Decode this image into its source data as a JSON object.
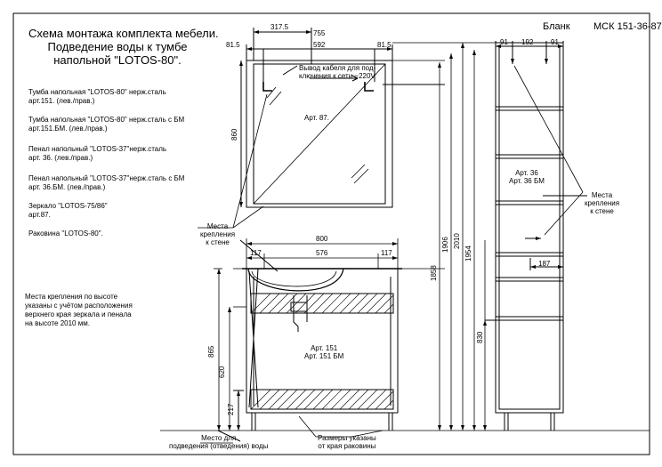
{
  "header": {
    "title_lines": [
      "Схема монтажа комплекта мебели.",
      "Подведение воды к тумбе",
      "напольной \"LOTOS-80\"."
    ],
    "blank_label": "Бланк",
    "code": "МСК 151-36-87"
  },
  "items": [
    [
      "Тумба напольная \"LOTOS-80\" нерж.сталь",
      "арт.151. (лев./прав.)"
    ],
    [
      "Тумба напольная \"LOTOS-80\" нерж.сталь с БМ",
      "арт.151.БМ. (лев./прав.)"
    ],
    [
      "Пенал напольный \"LOTOS-37\"нерж.сталь",
      "арт. 36. (лев./прав.)"
    ],
    [
      "Пенал напольный \"LOTOS-37\"нерж.сталь с БМ",
      "арт. 36.БМ. (лев./прав.)"
    ],
    [
      "Зеркало \"LOTOS-75/86\"",
      "арт.87."
    ],
    [
      "Раковина     \"LOTOS-80\"."
    ]
  ],
  "note_lines": [
    "Места крепления по высоте",
    "указаны с учётом расположения",
    "верхнего края зеркала и пенала",
    "на высоте 2010 мм."
  ],
  "mirror": {
    "art": "Арт. 87.",
    "cable_lines": [
      "Вывод кабеля для под-",
      "ключения к сети ~220V"
    ]
  },
  "cabinet": {
    "art_lines": [
      "Арт. 151",
      "Арт. 151 БМ"
    ]
  },
  "pencil": {
    "art_lines": [
      "Арт. 36",
      "Арт. 36 БМ"
    ]
  },
  "labels": {
    "mounts_left": [
      "Места",
      "крепления",
      "к стене"
    ],
    "mounts_right": [
      "Места",
      "крепления",
      "к стене"
    ],
    "water_point": [
      "Место для",
      "подведения (отведения) воды"
    ],
    "dims_note": [
      "Размеры указаны",
      "от края раковины"
    ]
  },
  "dims": {
    "d317_5": "317.5",
    "d755": "755",
    "d81_5a": "81.5",
    "d592": "592",
    "d81_5b": "81.5",
    "d860": "860",
    "d800": "800",
    "d117a": "117",
    "d576": "576",
    "d117b": "117",
    "d865": "865",
    "d620": "620",
    "d217": "217",
    "d1858": "1858",
    "d1906": "1906",
    "d2010": "2010",
    "d1954": "1954",
    "d830": "830",
    "d91a": "91",
    "d192": "192",
    "d91b": "91",
    "d187": "187"
  }
}
